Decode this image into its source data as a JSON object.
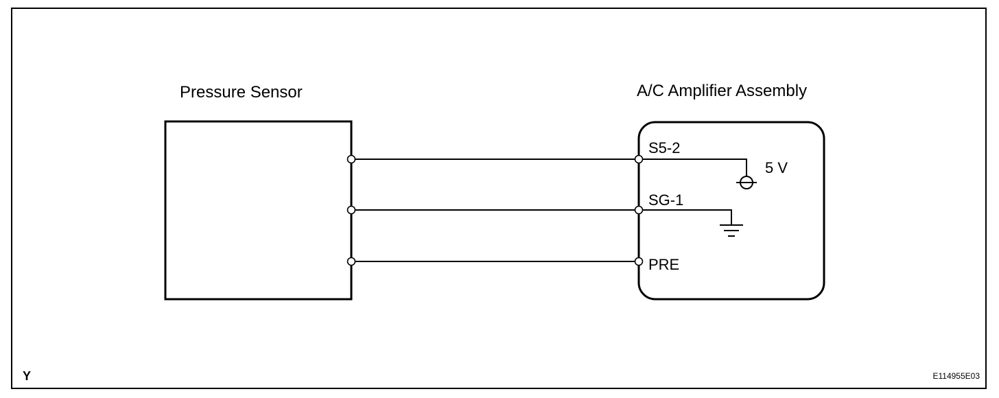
{
  "sensor": {
    "label": "Pressure Sensor"
  },
  "amplifier": {
    "label": "A/C Amplifier Assembly",
    "pins": [
      {
        "name": "S5-2"
      },
      {
        "name": "SG-1"
      },
      {
        "name": "PRE"
      }
    ]
  },
  "supply": {
    "label": "5 V"
  },
  "corner": {
    "left": "Y",
    "figure_code": "E114955E03"
  }
}
